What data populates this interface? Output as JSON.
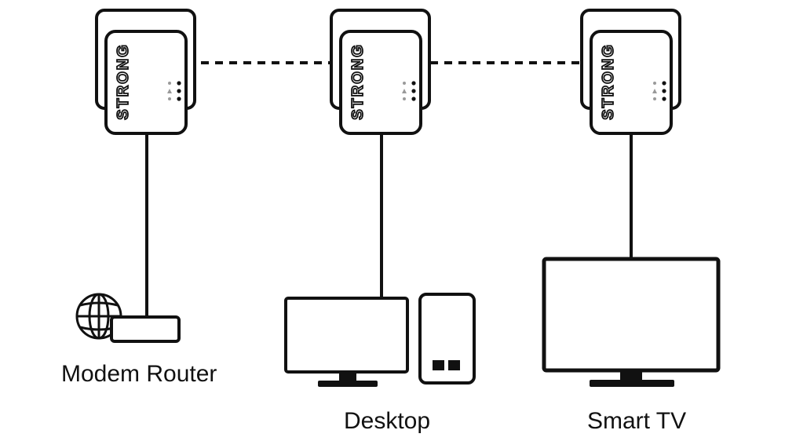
{
  "colors": {
    "stroke": "#111111",
    "background": "#ffffff",
    "led": "#9a9a9a"
  },
  "adapter": {
    "brand": "STRONG"
  },
  "labels": {
    "modem_router": "Modem Router",
    "desktop": "Desktop",
    "smart_tv": "Smart TV"
  },
  "icons": {
    "powerline_adapter": "powerline-adapter-icon",
    "globe": "globe-icon",
    "router": "router-icon",
    "monitor": "monitor-icon",
    "pc_tower": "pc-tower-icon",
    "tv": "tv-icon"
  }
}
